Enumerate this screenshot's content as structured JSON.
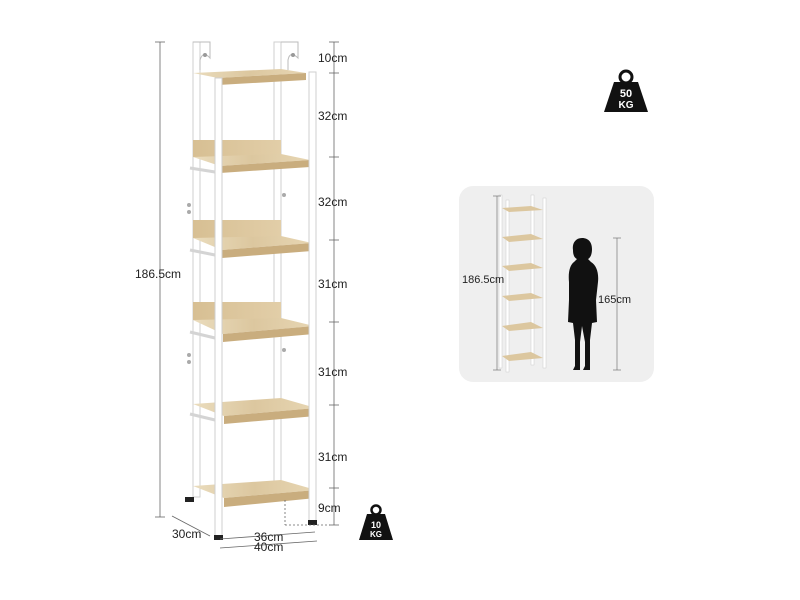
{
  "colors": {
    "frame": "#ffffff",
    "wood_light": "#e6d5b4",
    "wood_mid": "#d9c39a",
    "wood_dark": "#c9ad7e",
    "dim_line": "#555555",
    "inset_bg": "#efefef",
    "weight_icon": "#111111"
  },
  "main_dims": {
    "total_height": "186.5cm",
    "spacings": [
      "10cm",
      "32cm",
      "32cm",
      "31cm",
      "31cm",
      "31cm",
      "9cm"
    ],
    "depth": "30cm",
    "inner_width": "36cm",
    "outer_width": "40cm"
  },
  "weights": {
    "top_value": "50",
    "top_unit": "KG",
    "shelf_value": "10",
    "shelf_unit": "KG"
  },
  "inset": {
    "shelf_height": "186.5cm",
    "person_height": "165cm"
  },
  "icons": [
    "weight-icon",
    "silhouette-person-icon"
  ]
}
